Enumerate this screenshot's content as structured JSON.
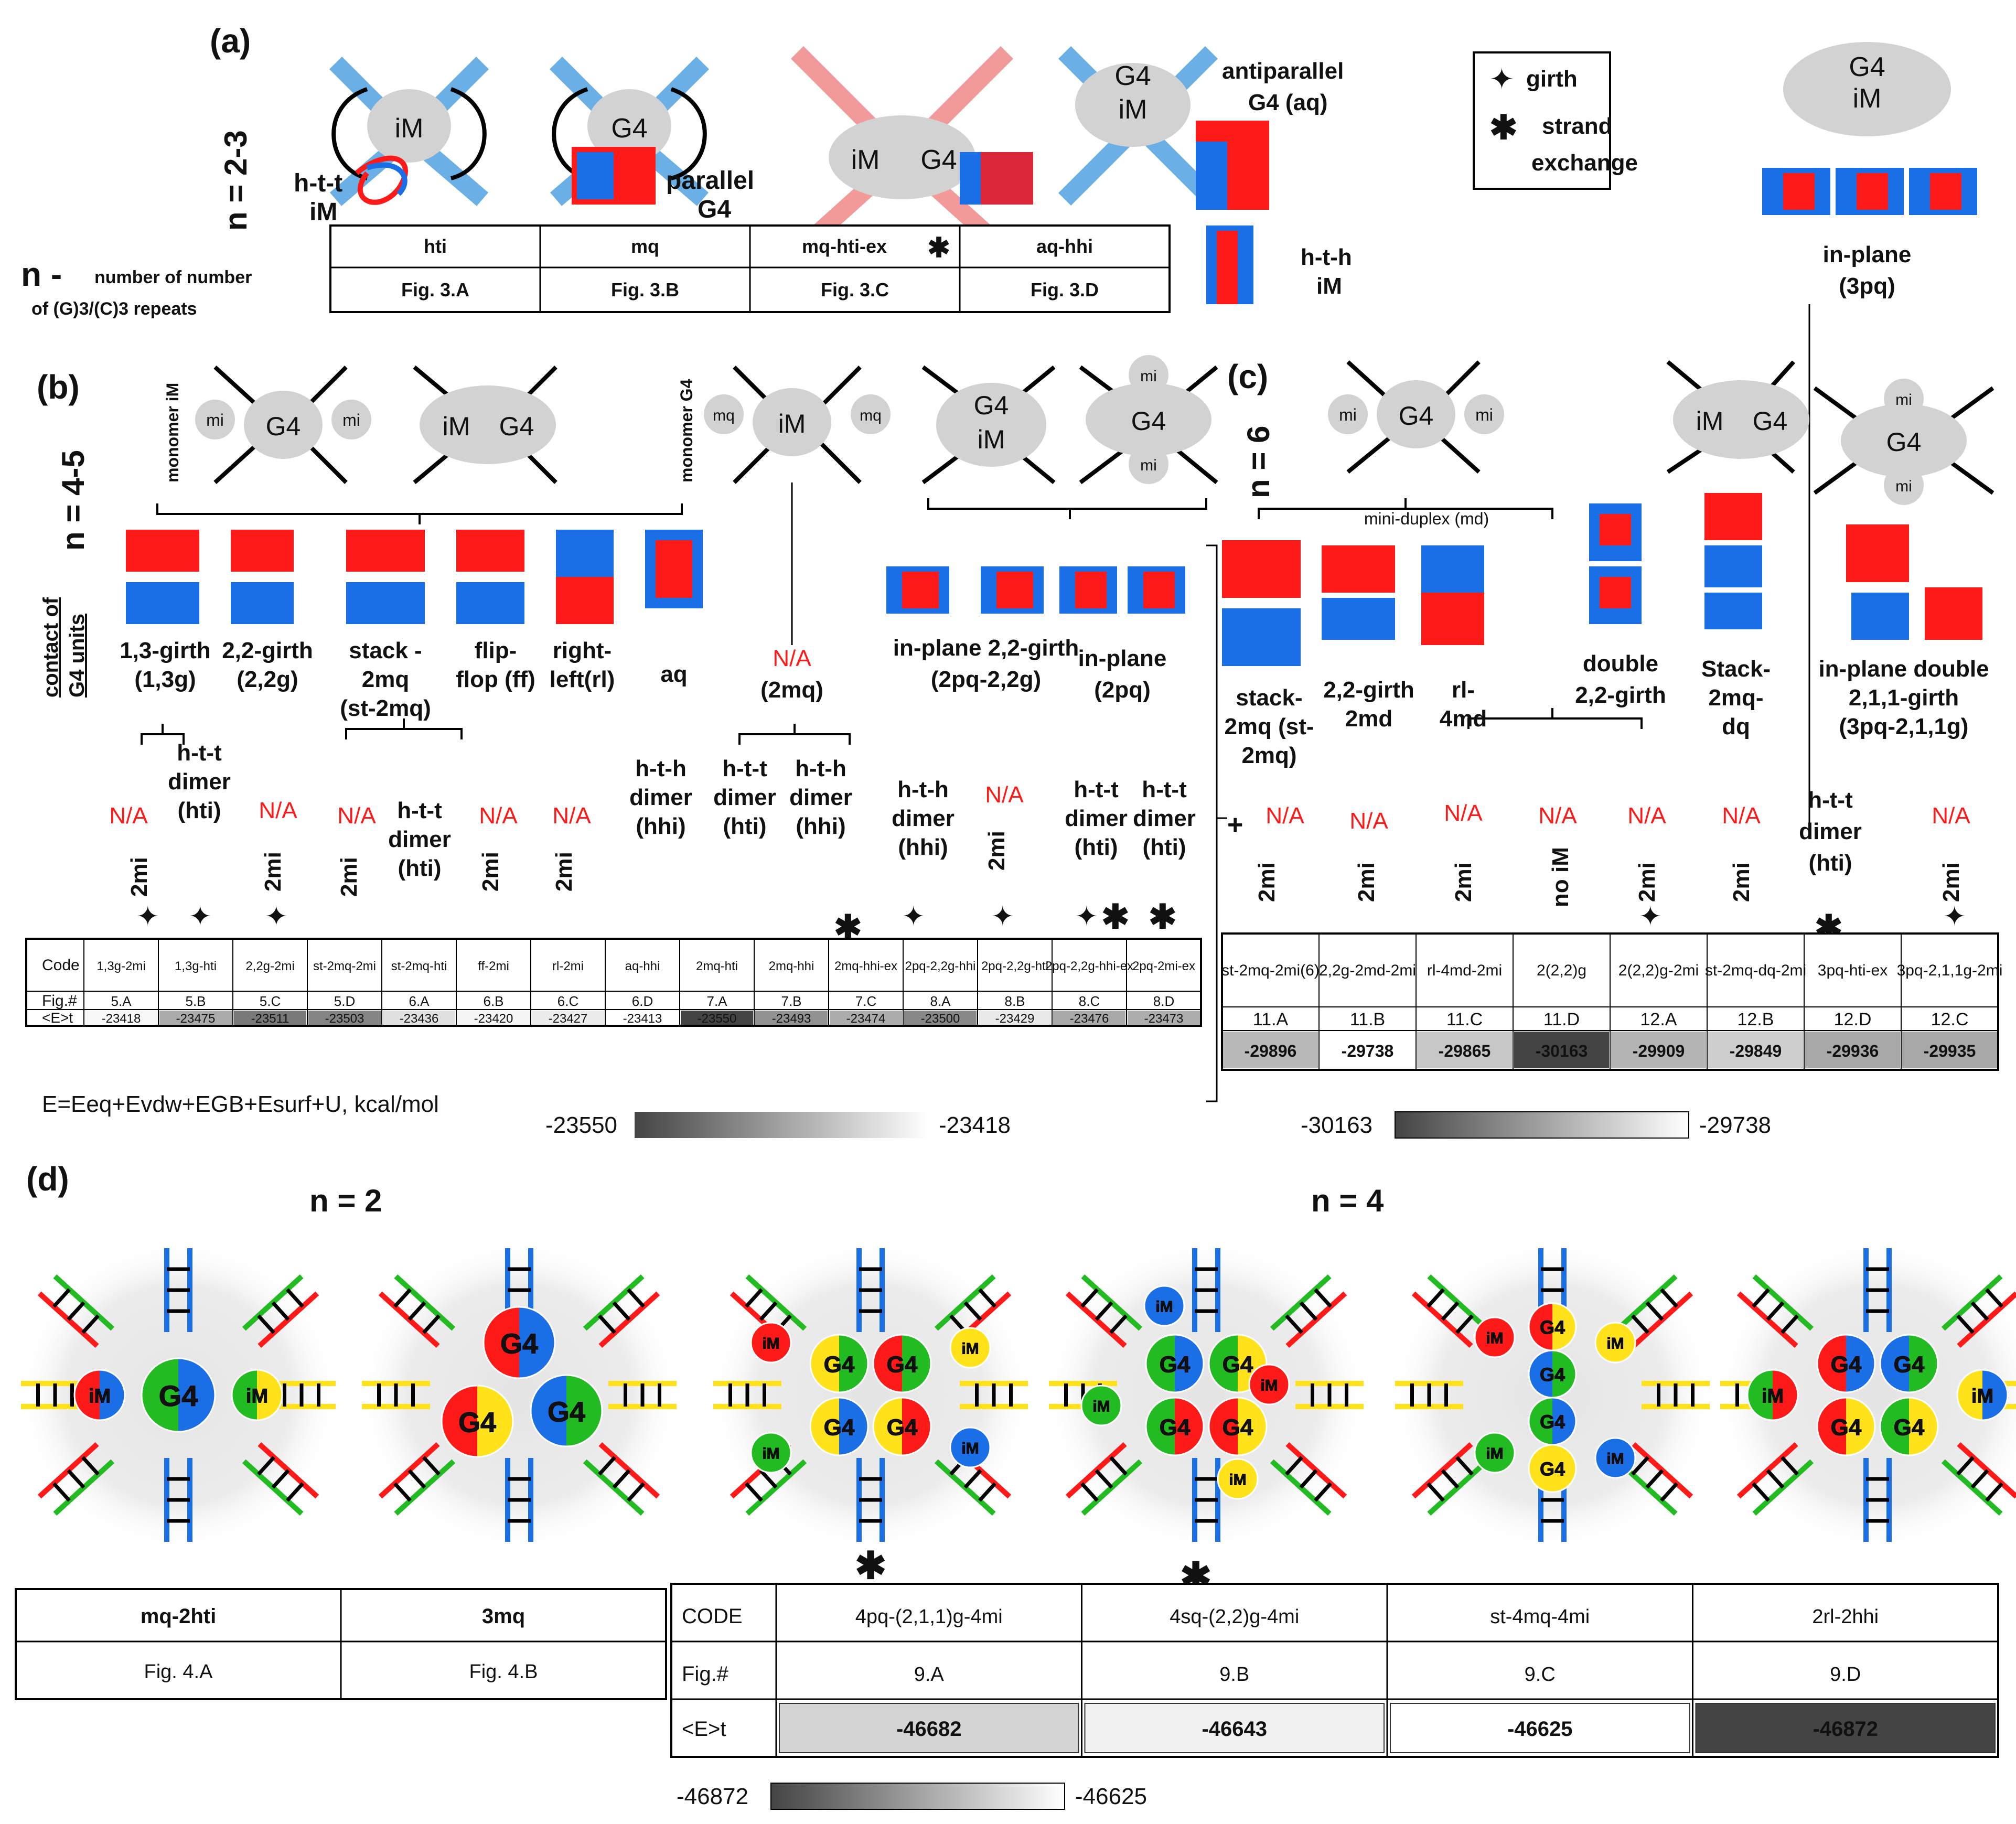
{
  "panel_a": {
    "label": "(a)",
    "n_label": "n = 2-3",
    "n_def_head": "n -",
    "n_def_1": "number of number",
    "n_def_2": "of (G)3/(C)3 repeats",
    "structures": {
      "iM": "iM",
      "G4": "G4",
      "iMG4_1": "iM",
      "iMG4_2": "G4",
      "G4iM_1": "G4",
      "G4iM_2": "iM"
    },
    "captions": {
      "htt_im_1": "h-t-t",
      "htt_im_2": "iM",
      "parallel_1": "parallel",
      "parallel_2": "G4",
      "anti_1": "antiparallel",
      "anti_2": "G4 (aq)",
      "hth_1": "h-t-h",
      "hth_2": "iM"
    },
    "legend": {
      "girth": "girth",
      "strand_1": "strand",
      "strand_2": "exchange"
    },
    "codes": [
      "hti",
      "mq",
      "mq-hti-ex",
      "aq-hhi"
    ],
    "figs": [
      "Fig. 3.A",
      "Fig. 3.B",
      "Fig. 3.C",
      "Fig. 3.D"
    ],
    "inplane_top_1": "G4",
    "inplane_top_2": "iM",
    "inplane_1": "in-plane",
    "inplane_2": "(3pq)"
  },
  "panel_b": {
    "label": "(b)",
    "n_label": "n = 4-5",
    "contact_1": "contact of",
    "contact_2": "G4 units",
    "monomer_im": "monomer iM",
    "monomer_g4": "monomer G4",
    "struct_labels": {
      "mi": "mi",
      "G4": "G4",
      "iM": "iM",
      "mq": "mq"
    },
    "na": "N/A",
    "mi2": "2mi",
    "topologies": [
      {
        "l1": "1,3-girth",
        "l2": "(1,3g)"
      },
      {
        "l1": "2,2-girth",
        "l2": "(2,2g)"
      },
      {
        "l1": "stack -",
        "l2": "2mq",
        "l3": "(st-2mq)"
      },
      {
        "l1": "flip-",
        "l2": "flop (ff)"
      },
      {
        "l1": "right-",
        "l2": "left(rl)"
      },
      {
        "l1": "aq"
      }
    ],
    "na_2mq_1": "N/A",
    "na_2mq_2": "(2mq)",
    "inplane22_1": "in-plane 2,2-girth",
    "inplane22_2": "(2pq-2,2g)",
    "inplane2pq_1": "in-plane",
    "inplane2pq_2": "(2pq)",
    "dimer": {
      "htt": "h-t-t",
      "hth": "h-t-h",
      "dimer": "dimer",
      "hti": "(hti)",
      "hhi": "(hhi)"
    },
    "table": {
      "row_heads": [
        "Code",
        "Fig.#",
        "<E>t"
      ],
      "codes": [
        "1,3g-2mi",
        "1,3g-hti",
        "2,2g-2mi",
        "st-2mq-2mi",
        "st-2mq-hti",
        "ff-2mi",
        "rl-2mi",
        "aq-hhi",
        "2mq-hti",
        "2mq-hhi",
        "2mq-hhi-ex",
        "2pq-2,2g-hhi",
        "2pq-2,2g-hti",
        "2pq-2,2g-hhi-ex",
        "2pq-2mi-ex"
      ],
      "figs": [
        "5.A",
        "5.B",
        "5.C",
        "5.D",
        "6.A",
        "6.B",
        "6.C",
        "6.D",
        "7.A",
        "7.B",
        "7.C",
        "8.A",
        "8.B",
        "8.C",
        "8.D"
      ],
      "energies": [
        "-23418",
        "-23475",
        "-23511",
        "-23503",
        "-23436",
        "-23420",
        "-23427",
        "-23413",
        "-23550",
        "-23493",
        "-23474",
        "-23500",
        "-23429",
        "-23476",
        "-23473"
      ]
    },
    "equation": "E=Eeq+Evdw+EGB+Esurf+U, kcal/mol",
    "scale_min": "-23550",
    "scale_max": "-23418"
  },
  "panel_c": {
    "label": "(c)",
    "n_label": "n = 6",
    "mini_duplex": "mini-duplex (md)",
    "topologies": [
      {
        "l1": "stack-",
        "l2": "2mq (st-",
        "l3": "2mq)"
      },
      {
        "l1": "2,2-girth",
        "l2": "2md"
      },
      {
        "l1": "rl-",
        "l2": "4md"
      },
      {
        "l1": "double",
        "l2": "2,2-girth"
      },
      {
        "l1": "Stack-",
        "l2": "2mq-",
        "l3": "dq"
      },
      {
        "l1": "in-plane double",
        "l2": "2,1,1-girth",
        "l3": "(3pq-2,1,1g)"
      }
    ],
    "no_im": "no iM",
    "htt_dimer_1": "h-t-t",
    "htt_dimer_2": "dimer",
    "htt_dimer_3": "(hti)",
    "table": {
      "codes": [
        "st-2mq-2mi(6)",
        "2,2g-2md-2mi",
        "rl-4md-2mi",
        "2(2,2)g",
        "2(2,2)g-2mi",
        "st-2mq-dq-2mi",
        "3pq-hti-ex",
        "3pq-2,1,1g-2mi"
      ],
      "figs": [
        "11.A",
        "11.B",
        "11.C",
        "11.D",
        "12.A",
        "12.B",
        "12.D",
        "12.C"
      ],
      "energies": [
        "-29896",
        "-29738",
        "-29865",
        "-30163",
        "-29909",
        "-29849",
        "-29936",
        "-29935"
      ]
    },
    "scale_min": "-30163",
    "scale_max": "-29738"
  },
  "panel_d": {
    "label": "(d)",
    "n2": "n = 2",
    "n4": "n = 4",
    "left_codes": [
      "mq-2hti",
      "3mq"
    ],
    "left_figs": [
      "Fig.    4.A",
      "Fig.    4.B"
    ],
    "row_heads": [
      "CODE",
      "Fig.#",
      "<E>t"
    ],
    "codes": [
      "4pq-(2,1,1)g-4mi",
      "4sq-(2,2)g-4mi",
      "st-4mq-4mi",
      "2rl-2hhi"
    ],
    "figs": [
      "9.A",
      "9.B",
      "9.C",
      "9.D"
    ],
    "energies": [
      "-46682",
      "-46643",
      "-46625",
      "-46872"
    ],
    "scale_min": "-46872",
    "scale_max": "-46625",
    "g4": "G4",
    "im": "iM"
  },
  "colors": {
    "red": "#ff1a1a",
    "blue": "#1a6ee6",
    "green": "#22bb22",
    "yellow": "#ffe21a",
    "grey": "#d4d4d4"
  }
}
